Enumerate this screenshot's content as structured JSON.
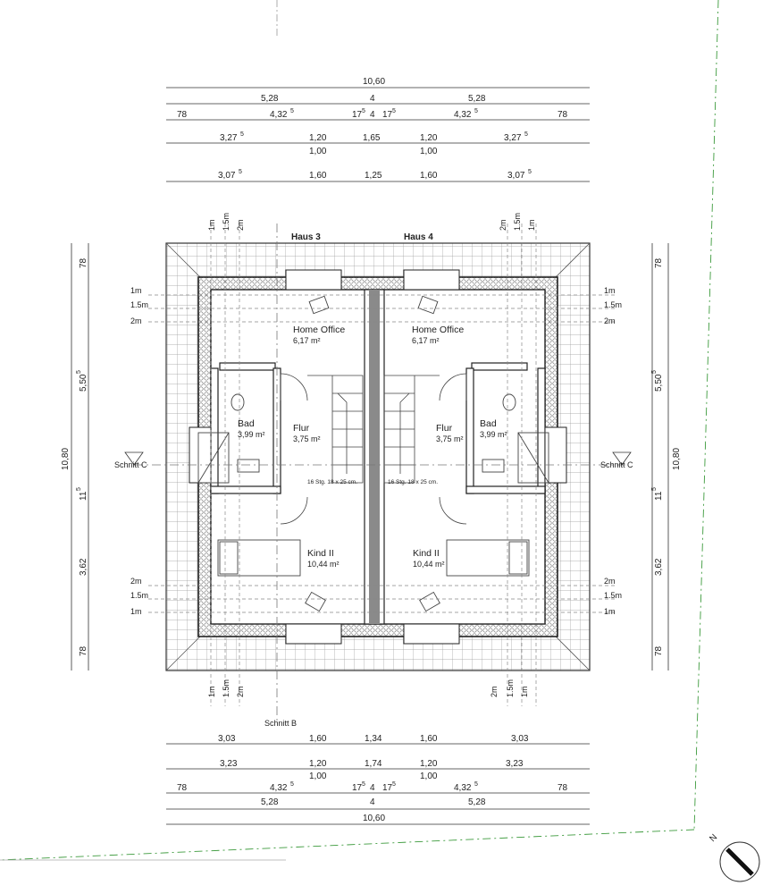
{
  "plan": {
    "houses": {
      "left": "Haus 3",
      "right": "Haus 4"
    },
    "rooms": {
      "home_office": "Home Office",
      "home_office_area": "6,17 m²",
      "flur": "Flur",
      "flur_area": "3,75 m²",
      "bad": "Bad",
      "bad_area": "3,99 m²",
      "kind": "Kind II",
      "kind_area": "10,44 m²",
      "stairs": "16 Stg. 18 x 25 cm."
    },
    "sections": {
      "c": "Schnitt C",
      "b": "Schnitt B"
    },
    "height_marks": [
      "1m",
      "1.5m",
      "2m"
    ],
    "compass": "N"
  },
  "dims_top": {
    "total": "10,60",
    "half": "5,28",
    "wall": "4",
    "edge": "78",
    "mid": "4,32",
    "mid_sup": "5",
    "inner": "17",
    "inner_sup": "5",
    "r1": [
      "3,27",
      "1,20",
      "1,65",
      "1,20",
      "3,27"
    ],
    "r1_sup": "5",
    "r1_sub": "1,00",
    "r2": [
      "3,07",
      "1,60",
      "1,25",
      "1,60",
      "3,07"
    ],
    "r2_sup": "5"
  },
  "dims_bottom": {
    "r2": [
      "3,03",
      "1,60",
      "1,34",
      "1,60",
      "3,03"
    ],
    "r1": [
      "3,23",
      "1,20",
      "1,74",
      "1,20",
      "3,23"
    ],
    "r1_sub": "1,00",
    "edge": "78",
    "mid": "4,32",
    "mid_sup": "5",
    "inner": "17",
    "inner_sup": "5",
    "wall": "4",
    "half": "5,28",
    "total": "10,60"
  },
  "dims_side": {
    "total": "10,80",
    "edge": "78",
    "upper": "5,50",
    "upper_sup": "5",
    "mid": "11",
    "mid_sup": "5",
    "lower": "3,62"
  }
}
